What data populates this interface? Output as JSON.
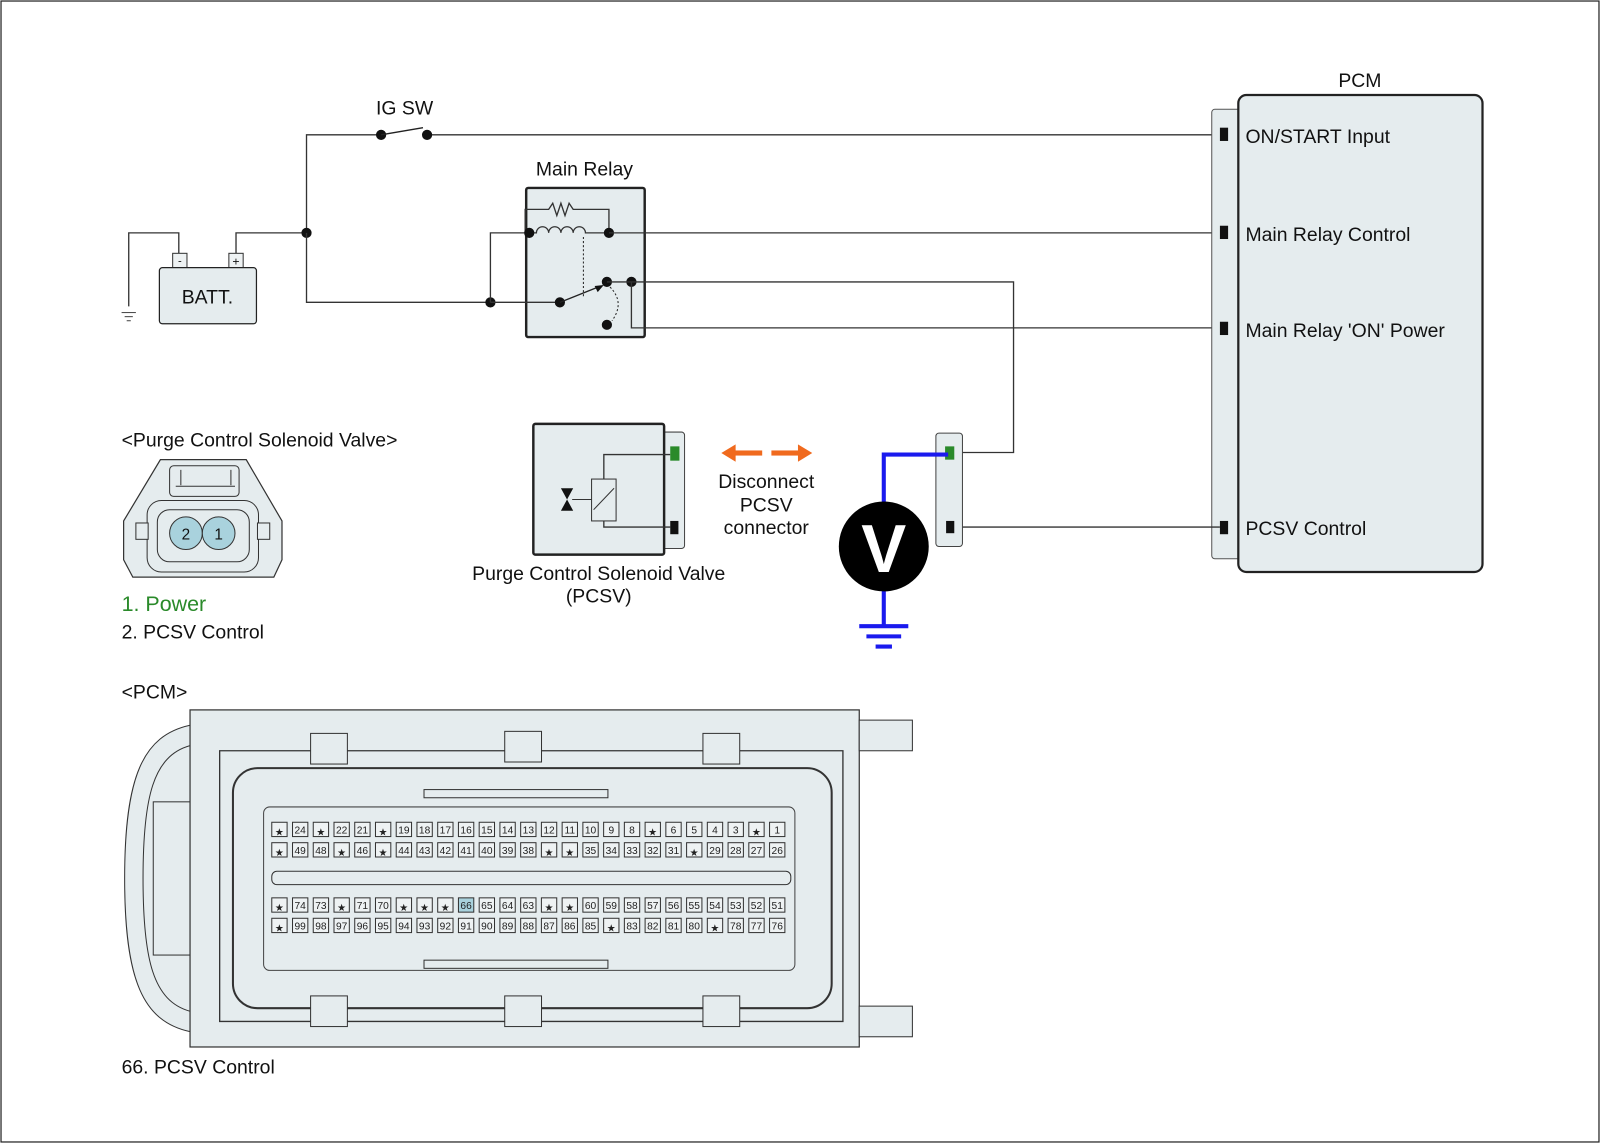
{
  "labels": {
    "ig_switch": "IG SW",
    "main_relay": "Main Relay",
    "battery": "BATT.",
    "battery_neg": "-",
    "battery_pos": "+",
    "pcm_title": "PCM",
    "pcsv_connector_title": "<Purge Control Solenoid Valve>",
    "pcsv_component_line1": "Purge Control Solenoid Valve",
    "pcsv_component_line2": "(PCSV)",
    "disconnect_line1": "Disconnect",
    "disconnect_line2": "PCSV",
    "disconnect_line3": "connector",
    "voltmeter": "V",
    "pcm_connector_title": "<PCM>",
    "pcm_pin_note": "66. PCSV Control"
  },
  "pcm_terminals": [
    {
      "label": "ON/START Input"
    },
    {
      "label": "Main Relay Control"
    },
    {
      "label": "Main Relay 'ON' Power"
    },
    {
      "label": "PCSV Control"
    }
  ],
  "pcsv_pins": [
    {
      "num": "1",
      "desc": "1. Power",
      "color": "#2a8a2a"
    },
    {
      "num": "2",
      "desc": "2. PCSV Control",
      "color": "#111111"
    }
  ],
  "pcm_connector_rows": [
    [
      "*",
      "24",
      "*",
      "22",
      "21",
      "*",
      "19",
      "18",
      "17",
      "16",
      "15",
      "14",
      "13",
      "12",
      "11",
      "10",
      "9",
      "8",
      "*",
      "6",
      "5",
      "4",
      "3",
      "*",
      "1"
    ],
    [
      "*",
      "49",
      "48",
      "*",
      "46",
      "*",
      "44",
      "43",
      "42",
      "41",
      "40",
      "39",
      "38",
      "*",
      "*",
      "35",
      "34",
      "33",
      "32",
      "31",
      "*",
      "29",
      "28",
      "27",
      "26"
    ],
    [
      "*",
      "74",
      "73",
      "*",
      "71",
      "70",
      "*",
      "*",
      "*",
      "66",
      "65",
      "64",
      "63",
      "*",
      "*",
      "60",
      "59",
      "58",
      "57",
      "56",
      "55",
      "54",
      "53",
      "52",
      "51"
    ],
    [
      "*",
      "99",
      "98",
      "97",
      "96",
      "95",
      "94",
      "93",
      "92",
      "91",
      "90",
      "89",
      "88",
      "87",
      "86",
      "85",
      "*",
      "83",
      "82",
      "81",
      "80",
      "*",
      "78",
      "77",
      "76"
    ]
  ],
  "highlighted_pin": "66",
  "colors": {
    "probe_wire": "#1a1aee",
    "power_pin": "#2a8a2a",
    "arrow": "#f06a1e",
    "body_fill": "#e5ecee",
    "highlight_pin": "#a9d2dd"
  }
}
